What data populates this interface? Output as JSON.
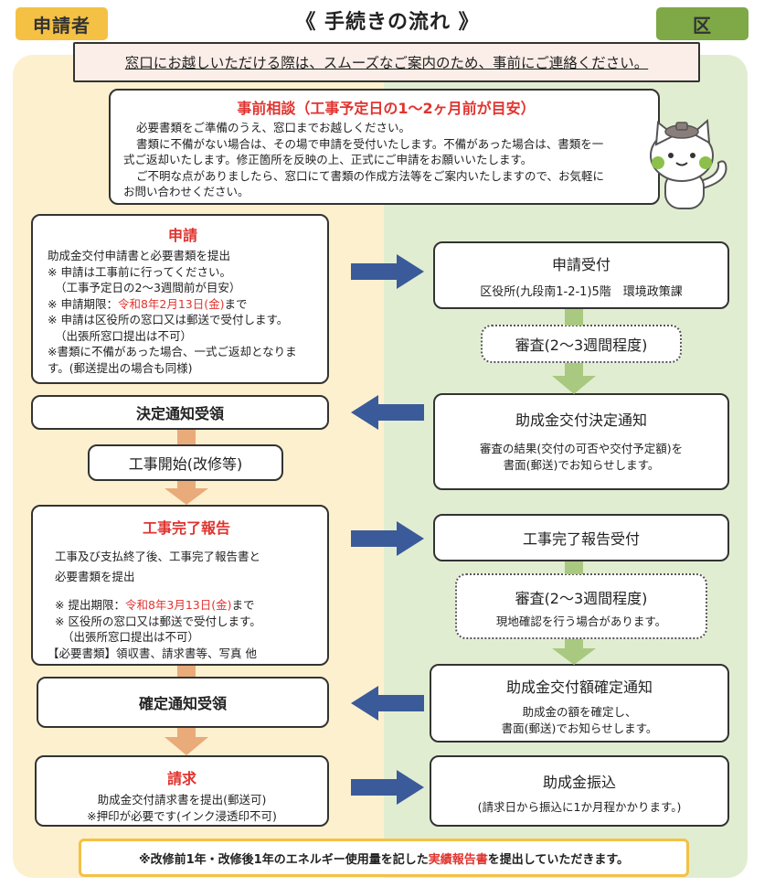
{
  "header": {
    "applicant_tag": "申請者",
    "title": "《 手続きの流れ 》",
    "ward_tag": "区"
  },
  "notice": "窓口にお越しいただける際は、スムーズなご案内のため、事前にご連絡ください。",
  "consultation": {
    "title": "事前相談（工事予定日の1～2ヶ月前が目安）",
    "line1": "必要書類をご準備のうえ、窓口までお越しください。",
    "line2": "書類に不備がない場合は、その場で申請を受付いたします。不備があった場合は、書類を一",
    "line3": "式ご返却いたします。修正箇所を反映の上、正式にご申請をお願いいたします。",
    "line4": "ご不明な点がありましたら、窓口にて書類の作成方法等をご案内いたしますので、お気軽に",
    "line5": "お問い合わせください。"
  },
  "application": {
    "title": "申請",
    "line1": "助成金交付申請書と必要書類を提出",
    "line2": "※ 申請は工事前に行ってください。",
    "line3": "（工事予定日の2～3週間前が目安）",
    "line4_pre": "※ 申請期限：",
    "line4_date": "令和8年2月13日(金)",
    "line4_post": "まで",
    "line5": "※ 申請は区役所の窓口又は郵送で受付します。",
    "line6": "（出張所窓口提出は不可）",
    "line7": "※書類に不備があった場合、一式ご返却となりま",
    "line8": "す。(郵送提出の場合も同様)"
  },
  "reception": {
    "title": "申請受付",
    "sub": "区役所(九段南1-2-1)5階　環境政策課"
  },
  "review1": "審査(2～3週間程度)",
  "decision_receive": "決定通知受領",
  "decision_notice": {
    "title": "助成金交付決定通知",
    "line1": "審査の結果(交付の可否や交付予定額)を",
    "line2": "書面(郵送)でお知らせします。"
  },
  "construction_start": "工事開始(改修等)",
  "completion_report": {
    "title": "工事完了報告",
    "line1": "工事及び支払終了後、工事完了報告書と",
    "line2": "必要書類を提出",
    "line3_pre": "※ 提出期限：",
    "line3_date": "令和8年3月13日(金)",
    "line3_post": "まで",
    "line4": "※ 区役所の窓口又は郵送で受付します。",
    "line5": "（出張所窓口提出は不可）",
    "line6": "【必要書類】領収書、請求書等、写真 他"
  },
  "completion_reception": "工事完了報告受付",
  "review2": {
    "title": "審査(2～3週間程度)",
    "sub": "現地確認を行う場合があります。"
  },
  "confirm_receive": "確定通知受領",
  "confirm_notice": {
    "title": "助成金交付額確定通知",
    "line1": "助成金の額を確定し、",
    "line2": "書面(郵送)でお知らせします。"
  },
  "claim": {
    "title": "請求",
    "line1": "助成金交付請求書を提出(郵送可)",
    "line2": "※押印が必要です(インク浸透印不可)"
  },
  "payment": {
    "title": "助成金振込",
    "sub": "(請求日から振込に1か月程かかります。)"
  },
  "footer": {
    "pre": "※改修前1年・改修後1年のエネルギー使用量を記した",
    "highlight": "実績報告書",
    "post": "を提出していただきます。"
  },
  "colors": {
    "applicant_lane": "#fdf0cf",
    "ward_lane": "#e1edd1",
    "applicant_tag": "#f4c144",
    "ward_tag": "#7fa847",
    "blue_arrow": "#3b5a9a",
    "orange_arrow": "#e9ab7a",
    "green_arrow": "#a8c97f",
    "highlight_red": "#e0342f"
  }
}
